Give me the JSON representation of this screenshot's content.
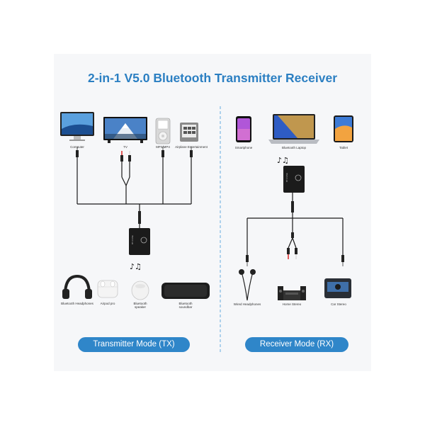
{
  "title": "2-in-1 V5.0 Bluetooth Transmitter Receiver",
  "tx": {
    "sources": [
      {
        "label": "Computer",
        "icon": "computer-icon"
      },
      {
        "label": "TV",
        "icon": "tv-icon"
      },
      {
        "label": "MP3/MP4",
        "icon": "mp3-player-icon"
      },
      {
        "label": "Airplane Entertainment",
        "icon": "airplane-entertainment-icon"
      }
    ],
    "device_label": "BT-CASE",
    "outputs": [
      {
        "label": "Bluetooth Headphones",
        "icon": "headphones-icon"
      },
      {
        "label": "Airpod pro",
        "icon": "airpods-icon"
      },
      {
        "label": "Bluetooth speaker",
        "icon": "speaker-icon"
      },
      {
        "label": "Bluetooth soundbar",
        "icon": "soundbar-icon"
      }
    ],
    "mode": "Transmitter Mode (TX)"
  },
  "rx": {
    "sources": [
      {
        "label": "Smartphone",
        "icon": "smartphone-icon"
      },
      {
        "label": "Bluetooth Laptop",
        "icon": "laptop-icon"
      },
      {
        "label": "Tablet",
        "icon": "tablet-icon"
      }
    ],
    "device_label": "BT-CASE",
    "outputs": [
      {
        "label": "Wired Headphones",
        "icon": "earphones-icon"
      },
      {
        "label": "Home Stereo",
        "icon": "home-stereo-icon"
      },
      {
        "label": "Car Stereo",
        "icon": "car-stereo-icon"
      }
    ],
    "mode": "Receiver Mode (RX)"
  },
  "colors": {
    "accent": "#2b7fc2",
    "pill": "#2f86c9",
    "cable": "#1a1a1a",
    "divider": "#7fb8e4",
    "panel": "#f6f7f9"
  }
}
